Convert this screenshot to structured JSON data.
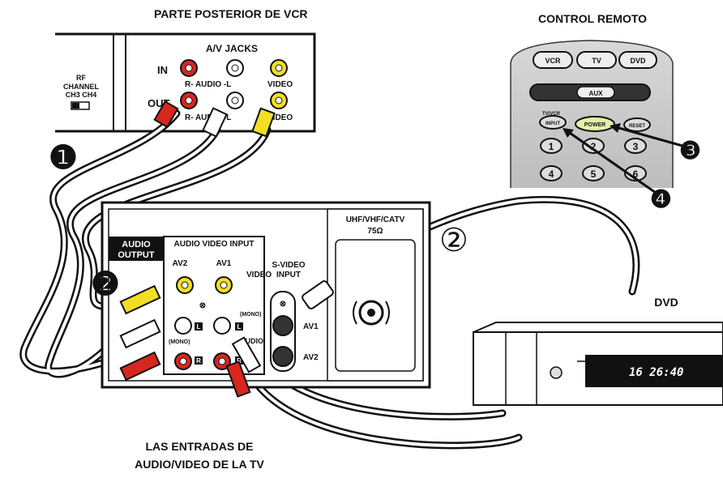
{
  "vcr_panel": {
    "title": "PARTE POSTERIOR DE VCR",
    "jacks_title": "A/V JACKS",
    "in_label": "IN",
    "out_label": "OUT",
    "audio_label_in": "R- AUDIO -L",
    "audio_label_out": "R- AUDIO -L",
    "video_label_in": "VIDEO",
    "video_label_out": "VIDEO",
    "rf_line1": "RF",
    "rf_line2": "CHANNEL",
    "rf_line3": "CH3   CH4"
  },
  "remote": {
    "title": "CONTROL REMOTO",
    "btn_vcr": "VCR",
    "btn_tv": "TV",
    "btn_dvd": "DVD",
    "btn_aux": "AUX",
    "btn_input_top": "TV/VCR",
    "btn_input": "INPUT",
    "btn_power": "POWER",
    "btn_reset": "RESET",
    "num": [
      "1",
      "2",
      "3",
      "4",
      "5",
      "6"
    ]
  },
  "tv_panel": {
    "caption_line1": "LAS ENTRADAS DE",
    "caption_line2": "AUDIO/VIDEO DE LA TV",
    "audio_output_1": "AUDIO",
    "audio_output_2": "OUTPUT",
    "av_input_header": "AUDIO VIDEO INPUT",
    "av2": "AV2",
    "av1": "AV1",
    "video": "VIDEO",
    "svideo_1": "S-VIDEO",
    "svideo_2": "INPUT",
    "mono_left": "(MONO)",
    "mono_right": "(MONO)",
    "l_mark": "L",
    "r_mark": "R",
    "audio_partial": "AUDIO",
    "sv_av1": "AV1",
    "sv_av2": "AV2",
    "rf_1": "UHF/VHF/CATV",
    "rf_2": "75Ω"
  },
  "dvd": {
    "label": "DVD",
    "display": "16  26:40"
  },
  "callouts": {
    "c1": "❶",
    "c2": "❷",
    "c3": "❸",
    "c4": "❹",
    "c2_circle": "②"
  },
  "colors": {
    "red": "#d7261e",
    "yellow": "#f2df23",
    "white": "#ffffff",
    "black": "#111111"
  }
}
